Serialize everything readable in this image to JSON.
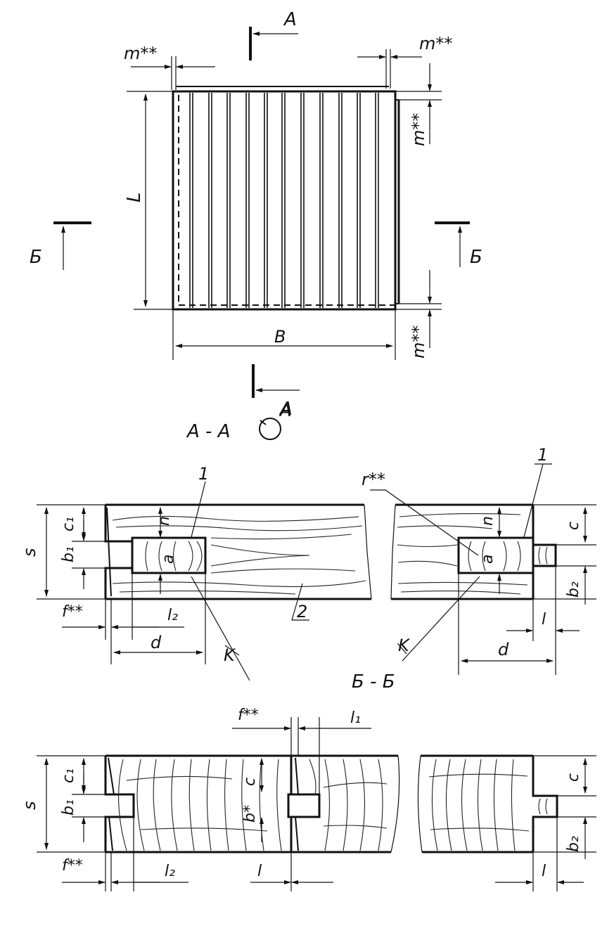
{
  "plan_view": {
    "section_mark": "A",
    "side_mark": "Б",
    "m_top": "m**",
    "m_right": "m**",
    "length": "L",
    "width": "B"
  },
  "section_aa": {
    "title": "A - A",
    "flag": "A",
    "s": "s",
    "c1": "c₁",
    "b1": "b₁",
    "n": "n",
    "a": "a",
    "part1": "1",
    "part2": "2",
    "f": "f**",
    "l2": "l₂",
    "d": "d",
    "K": "K",
    "r": "r**",
    "c": "c",
    "b2": "b₂",
    "l": "l"
  },
  "section_bb": {
    "title": "Б - Б",
    "f_top": "f**",
    "l1": "l₁",
    "s": "s",
    "c1": "c₁",
    "b1": "b₁",
    "b_star": "b*",
    "c_mid": "c",
    "c": "c",
    "b2": "b₂",
    "f": "f**",
    "l2": "l₂",
    "l_mid": "l",
    "l": "l"
  }
}
